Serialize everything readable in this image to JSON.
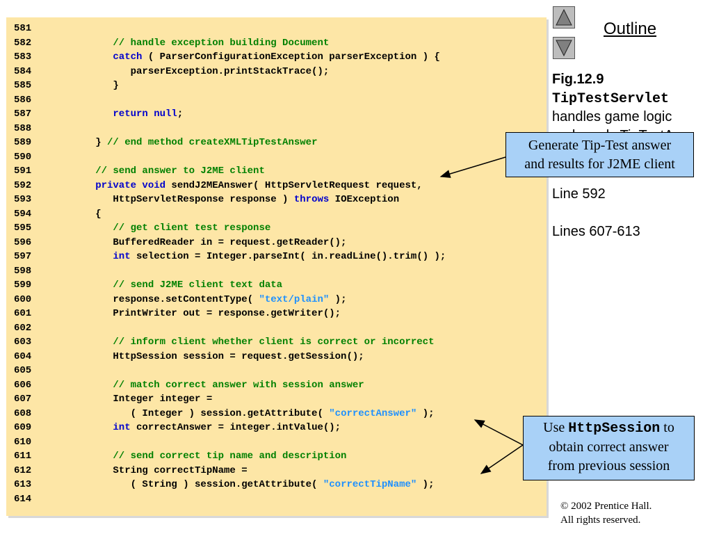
{
  "nav": {
    "up_icon": "triangle-up-icon",
    "down_icon": "triangle-down-icon"
  },
  "outline_label": "Outline",
  "figure": {
    "title": "Fig.12.9",
    "class_name": "TipTestServlet",
    "desc_line1": "handles game logic",
    "desc_line2": "and sends TipTestA"
  },
  "line_refs": {
    "a": "Line 592",
    "b": "Lines 607-613"
  },
  "callout1": {
    "line1": "Generate Tip-Test answer",
    "line2": "and results for J2ME client"
  },
  "callout2": {
    "prefix": "Use ",
    "code": "HttpSession",
    "suffix": " to",
    "line2": "obtain correct answer",
    "line3": "from previous session"
  },
  "copyright": {
    "line1": "© 2002 Prentice Hall.",
    "line2": "All rights reserved."
  },
  "code": [
    {
      "n": "581",
      "parts": []
    },
    {
      "n": "582",
      "parts": [
        {
          "t": "cm",
          "s": "      // handle exception building Document"
        }
      ]
    },
    {
      "n": "583",
      "parts": [
        {
          "t": "kw",
          "s": "      catch"
        },
        {
          "t": "pl",
          "s": " ( ParserConfigurationException parserException ) {"
        }
      ]
    },
    {
      "n": "584",
      "parts": [
        {
          "t": "pl",
          "s": "         parserException.printStackTrace();"
        }
      ]
    },
    {
      "n": "585",
      "parts": [
        {
          "t": "pl",
          "s": "      }"
        }
      ]
    },
    {
      "n": "586",
      "parts": []
    },
    {
      "n": "587",
      "parts": [
        {
          "t": "kw",
          "s": "      return null"
        },
        {
          "t": "pl",
          "s": ";"
        }
      ]
    },
    {
      "n": "588",
      "parts": []
    },
    {
      "n": "589",
      "parts": [
        {
          "t": "pl",
          "s": "   } "
        },
        {
          "t": "cm",
          "s": "// end method createXMLTipTestAnswer"
        }
      ]
    },
    {
      "n": "590",
      "parts": []
    },
    {
      "n": "591",
      "parts": [
        {
          "t": "cm",
          "s": "   // send answer to J2ME client"
        }
      ]
    },
    {
      "n": "592",
      "parts": [
        {
          "t": "kw",
          "s": "   private void"
        },
        {
          "t": "pl",
          "s": " sendJ2MEAnswer( HttpServletRequest request,"
        }
      ]
    },
    {
      "n": "593",
      "parts": [
        {
          "t": "pl",
          "s": "      HttpServletResponse response ) "
        },
        {
          "t": "kw",
          "s": "throws"
        },
        {
          "t": "pl",
          "s": " IOException"
        }
      ]
    },
    {
      "n": "594",
      "parts": [
        {
          "t": "pl",
          "s": "   {"
        }
      ]
    },
    {
      "n": "595",
      "parts": [
        {
          "t": "cm",
          "s": "      // get client test response"
        }
      ]
    },
    {
      "n": "596",
      "parts": [
        {
          "t": "pl",
          "s": "      BufferedReader in = request.getReader();"
        }
      ]
    },
    {
      "n": "597",
      "parts": [
        {
          "t": "kw",
          "s": "      int"
        },
        {
          "t": "pl",
          "s": " selection = Integer.parseInt( in.readLine().trim() );"
        }
      ]
    },
    {
      "n": "598",
      "parts": []
    },
    {
      "n": "599",
      "parts": [
        {
          "t": "cm",
          "s": "      // send J2ME client text data"
        }
      ]
    },
    {
      "n": "600",
      "parts": [
        {
          "t": "pl",
          "s": "      response.setContentType( "
        },
        {
          "t": "str",
          "s": "\"text/plain\""
        },
        {
          "t": "pl",
          "s": " );"
        }
      ]
    },
    {
      "n": "601",
      "parts": [
        {
          "t": "pl",
          "s": "      PrintWriter out = response.getWriter();"
        }
      ]
    },
    {
      "n": "602",
      "parts": []
    },
    {
      "n": "603",
      "parts": [
        {
          "t": "cm",
          "s": "      // inform client whether client is correct or incorrect"
        }
      ]
    },
    {
      "n": "604",
      "parts": [
        {
          "t": "pl",
          "s": "      HttpSession session = request.getSession();"
        }
      ]
    },
    {
      "n": "605",
      "parts": []
    },
    {
      "n": "606",
      "parts": [
        {
          "t": "cm",
          "s": "      // match correct answer with session answer"
        }
      ]
    },
    {
      "n": "607",
      "parts": [
        {
          "t": "pl",
          "s": "      Integer integer ="
        }
      ]
    },
    {
      "n": "608",
      "parts": [
        {
          "t": "pl",
          "s": "         ( Integer ) session.getAttribute( "
        },
        {
          "t": "str",
          "s": "\"correctAnswer\""
        },
        {
          "t": "pl",
          "s": " );"
        }
      ]
    },
    {
      "n": "609",
      "parts": [
        {
          "t": "kw",
          "s": "      int"
        },
        {
          "t": "pl",
          "s": " correctAnswer = integer.intValue();"
        }
      ]
    },
    {
      "n": "610",
      "parts": []
    },
    {
      "n": "611",
      "parts": [
        {
          "t": "cm",
          "s": "      // send correct tip name and description"
        }
      ]
    },
    {
      "n": "612",
      "parts": [
        {
          "t": "pl",
          "s": "      String correctTipName ="
        }
      ]
    },
    {
      "n": "613",
      "parts": [
        {
          "t": "pl",
          "s": "         ( String ) session.getAttribute( "
        },
        {
          "t": "str",
          "s": "\"correctTipName\""
        },
        {
          "t": "pl",
          "s": " );"
        }
      ]
    },
    {
      "n": "614",
      "parts": []
    }
  ]
}
